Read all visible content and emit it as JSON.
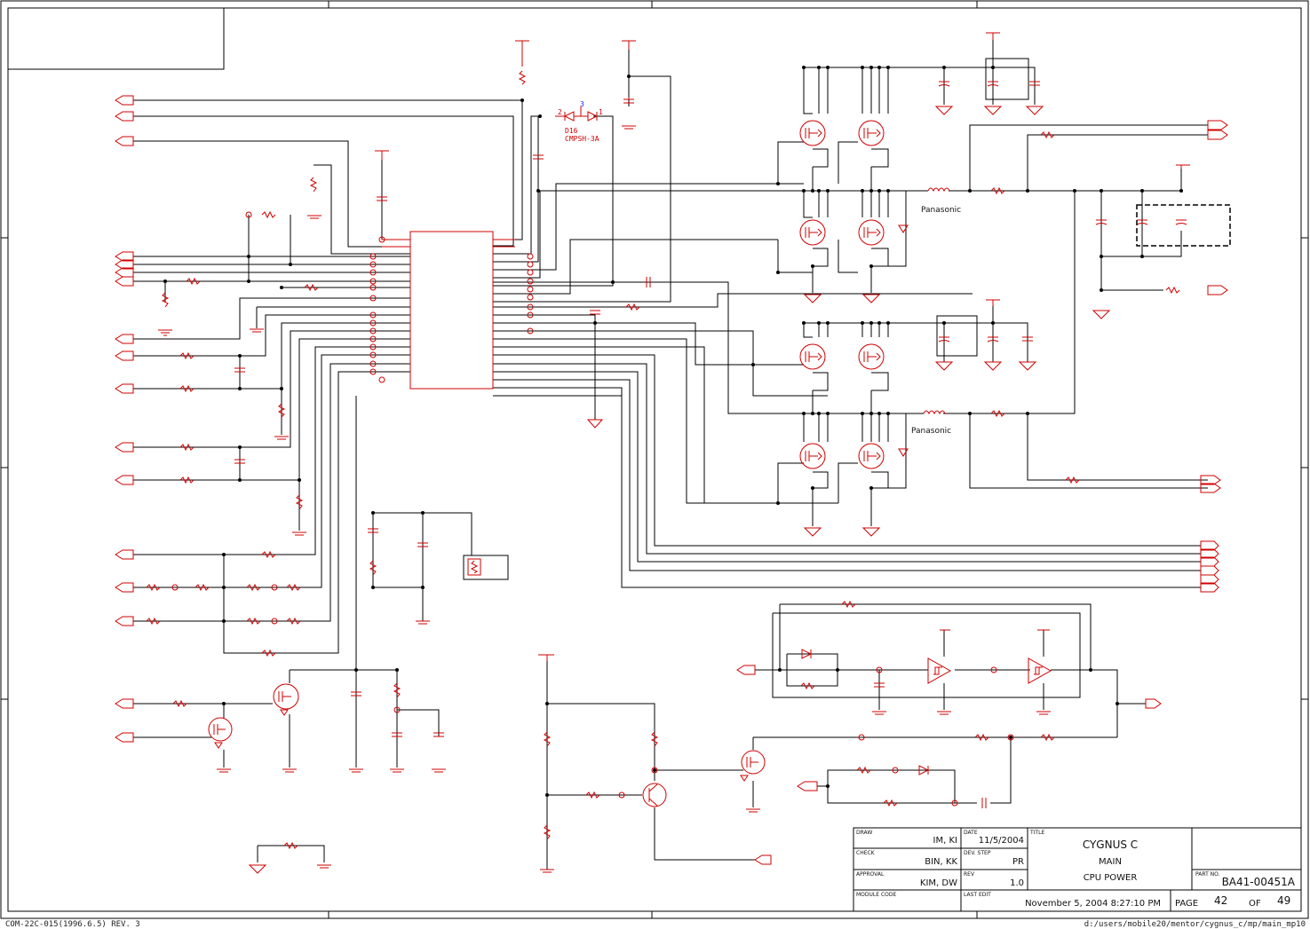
{
  "components": {
    "diode_ref": "D16",
    "diode_part": "CMPSH-3A",
    "diode_pin_2": "2",
    "diode_pin_3": "3",
    "diode_pin_1": "1",
    "inductor_top_label": "Panasonic",
    "inductor_bottom_label": "Panasonic"
  },
  "title_block": {
    "draw_label": "DRAW",
    "draw_value": "IM, KI",
    "check_label": "CHECK",
    "check_value": "BIN, KK",
    "approval_label": "APPROVAL",
    "approval_value": "KIM, DW",
    "module_code_label": "MODULE CODE",
    "date_label": "DATE",
    "date_value": "11/5/2004",
    "dev_step_label": "DEV. STEP",
    "dev_step_value": "PR",
    "rev_label": "REV",
    "rev_value": "1.0",
    "last_edit_label": "LAST EDIT",
    "last_edit_value": "November 5, 2004  8:27:10 PM",
    "title_label": "TITLE",
    "title_line1": "CYGNUS C",
    "title_line2": "MAIN",
    "title_line3": "CPU POWER",
    "part_no_label": "PART NO.",
    "part_no_value": "BA41-00451A",
    "page_label": "PAGE",
    "page_value": "42",
    "of_label": "OF",
    "of_value": "49"
  },
  "footer": {
    "form_code": "COM-22C-015(1996.6.5) REV. 3",
    "file_path": "d:/users/mobile20/mentor/cygnus_c/mp/main_mp10"
  },
  "colors": {
    "wire": "#000000",
    "component": "#d00000",
    "pin_label": "#1a1aff"
  }
}
